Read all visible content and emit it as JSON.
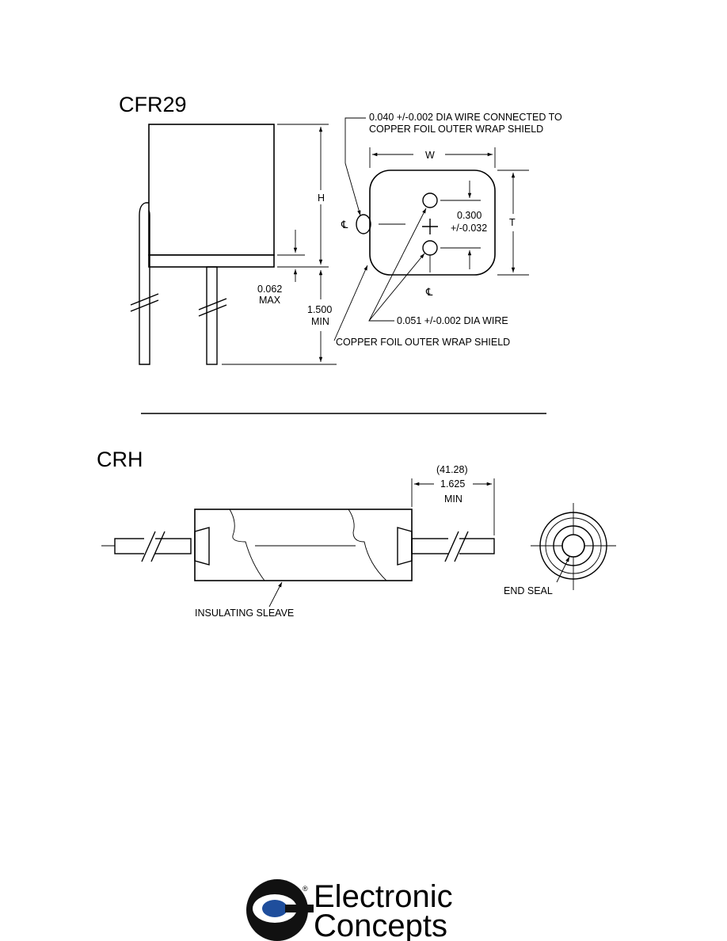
{
  "cfr29": {
    "title": "CFR29",
    "labels": {
      "h": "H",
      "w": "W",
      "t": "T",
      "max_val": "0.062",
      "max_word": "MAX",
      "min_val": "1.500",
      "min_word": "MIN",
      "spacing_val": "0.300",
      "spacing_tol": "+/-0.032",
      "centerline": "℄",
      "wire_note_1": "0.040 +/-0.002 DIA WIRE CONNECTED TO",
      "wire_note_2": "COPPER FOIL OUTER WRAP SHIELD",
      "lead_wire": "0.051 +/-0.002 DIA WIRE",
      "shield": "COPPER FOIL OUTER WRAP SHIELD"
    }
  },
  "crh": {
    "title": "CRH",
    "labels": {
      "mm": "(41.28)",
      "inch": "1.625",
      "min_word": "MIN",
      "sleeve": "INSULATING SLEAVE",
      "end_seal": "END SEAL"
    }
  },
  "brand": {
    "line1": "Electronic",
    "line2": "Concepts",
    "registered": "®",
    "mark_color": "#1f4e9c"
  }
}
